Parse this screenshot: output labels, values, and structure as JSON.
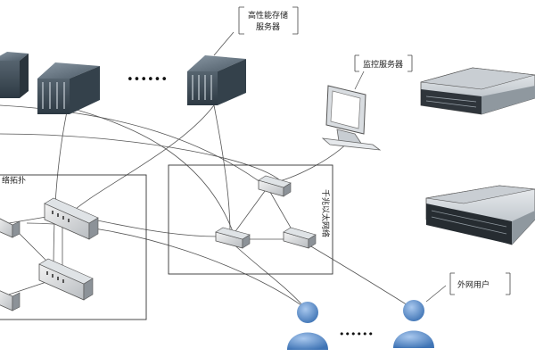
{
  "labels": {
    "storage_server_line1": "高性能存储",
    "storage_server_line2": "服务器",
    "monitor_server": "监控服务器",
    "topology_partial": "络拓扑",
    "ethernet_partial": "千兆以太网络",
    "external_user": "外网用户"
  },
  "dots": "••••••",
  "colors": {
    "line": "#555555",
    "box": "#333333",
    "server_dark": "#3d4a55",
    "server_mid": "#5f6e7a",
    "user_blue": "#4a7fc0"
  }
}
